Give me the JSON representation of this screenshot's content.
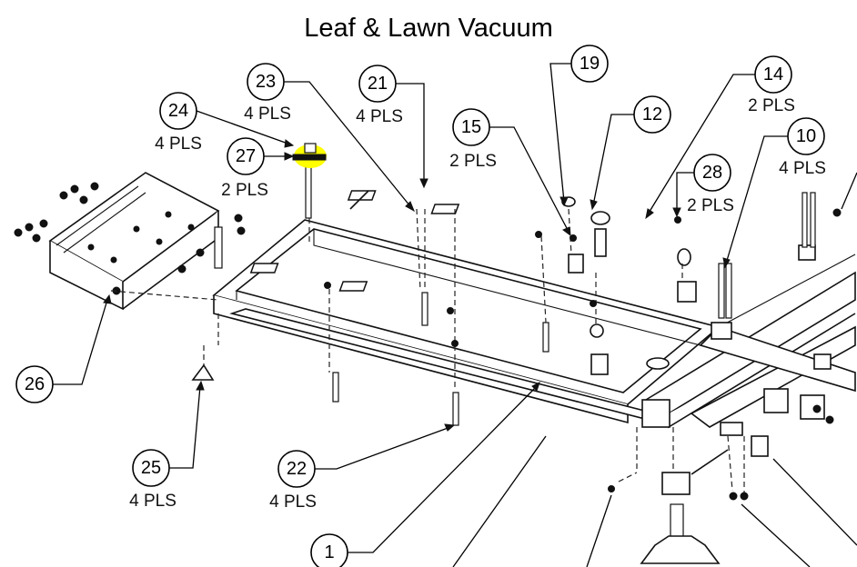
{
  "title": "Leaf & Lawn Vacuum",
  "highlight_color": "#ffff00",
  "callouts": [
    {
      "id": "c24",
      "number": "24",
      "qty": "4 PLS"
    },
    {
      "id": "c23",
      "number": "23",
      "qty": "4 PLS"
    },
    {
      "id": "c21",
      "number": "21",
      "qty": "4 PLS"
    },
    {
      "id": "c19",
      "number": "19",
      "qty": ""
    },
    {
      "id": "c14",
      "number": "14",
      "qty": "2 PLS"
    },
    {
      "id": "c27",
      "number": "27",
      "qty": "2 PLS"
    },
    {
      "id": "c15",
      "number": "15",
      "qty": "2 PLS"
    },
    {
      "id": "c12",
      "number": "12",
      "qty": ""
    },
    {
      "id": "c10",
      "number": "10",
      "qty": "4 PLS"
    },
    {
      "id": "c28",
      "number": "28",
      "qty": "2 PLS"
    },
    {
      "id": "c26",
      "number": "26",
      "qty": ""
    },
    {
      "id": "c25",
      "number": "25",
      "qty": "4 PLS"
    },
    {
      "id": "c22",
      "number": "22",
      "qty": "4 PLS"
    },
    {
      "id": "c1",
      "number": "1",
      "qty": ""
    }
  ]
}
